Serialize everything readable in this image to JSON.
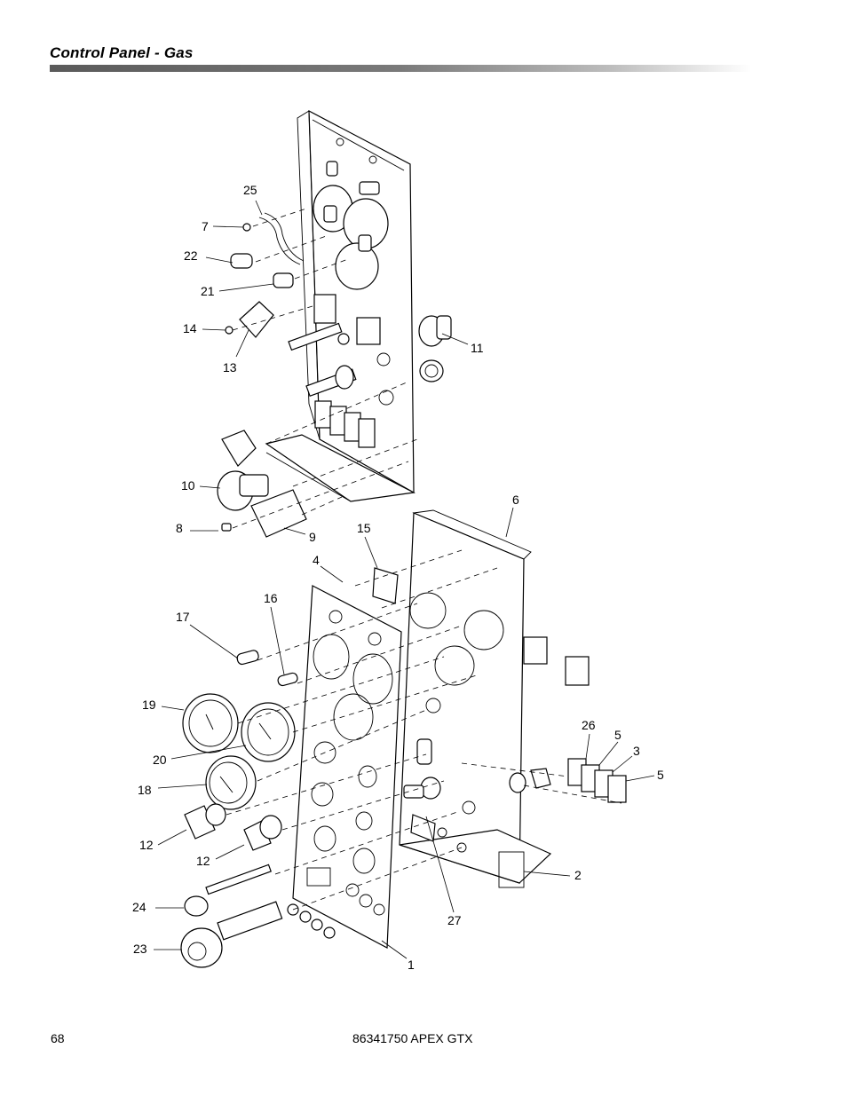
{
  "header": {
    "title": "Control Panel - Gas"
  },
  "footer": {
    "page_number": "68",
    "document": "86341750  APEX GTX"
  },
  "callouts": {
    "c25": "25",
    "c7": "7",
    "c22": "22",
    "c21": "21",
    "c14": "14",
    "c13": "13",
    "c11": "11",
    "c10": "10",
    "c8": "8",
    "c9": "9",
    "c6": "6",
    "c15": "15",
    "c4": "4",
    "c16": "16",
    "c17": "17",
    "c19": "19",
    "c20": "20",
    "c18": "18",
    "c12a": "12",
    "c12b": "12",
    "c24": "24",
    "c23": "23",
    "c1": "1",
    "c27": "27",
    "c2": "2",
    "c26": "26",
    "c5a": "5",
    "c3": "3",
    "c5b": "5"
  }
}
